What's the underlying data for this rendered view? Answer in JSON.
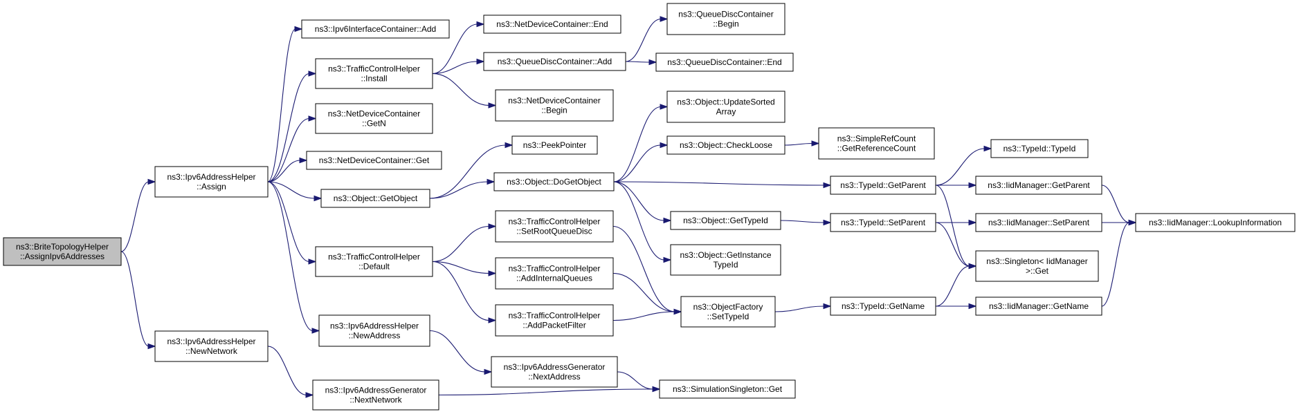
{
  "nodes": [
    {
      "id": "root",
      "name": "node-brite-assign-ipv6",
      "lines": [
        "ns3::BriteTopologyHelper",
        "::AssignIpv6Addresses"
      ],
      "root": true
    },
    {
      "id": "assign",
      "name": "node-ipv6addresshelper-assign",
      "lines": [
        "ns3::Ipv6AddressHelper",
        "::Assign"
      ]
    },
    {
      "id": "newnetwork",
      "name": "node-ipv6addresshelper-newnetwork",
      "lines": [
        "ns3::Ipv6AddressHelper",
        "::NewNetwork"
      ]
    },
    {
      "id": "ifcadd",
      "name": "node-ipv6interfacecontainer-add",
      "lines": [
        "ns3::Ipv6InterfaceContainer::Add"
      ]
    },
    {
      "id": "tchinstall",
      "name": "node-trafficcontrolhelper-install",
      "lines": [
        "ns3::TrafficControlHelper",
        "::Install"
      ]
    },
    {
      "id": "ndcgetn",
      "name": "node-netdevicecontainer-getn",
      "lines": [
        "ns3::NetDeviceContainer",
        "::GetN"
      ]
    },
    {
      "id": "ndcget",
      "name": "node-netdevicecontainer-get",
      "lines": [
        "ns3::NetDeviceContainer::Get"
      ]
    },
    {
      "id": "getobject",
      "name": "node-object-getobject",
      "lines": [
        "ns3::Object::GetObject"
      ]
    },
    {
      "id": "tchdefault",
      "name": "node-trafficcontrolhelper-default",
      "lines": [
        "ns3::TrafficControlHelper",
        "::Default"
      ]
    },
    {
      "id": "newaddress",
      "name": "node-ipv6addresshelper-newaddress",
      "lines": [
        "ns3::Ipv6AddressHelper",
        "::NewAddress"
      ]
    },
    {
      "id": "nextnetwork",
      "name": "node-ipv6addressgenerator-nextnetwork",
      "lines": [
        "ns3::Ipv6AddressGenerator",
        "::NextNetwork"
      ]
    },
    {
      "id": "ndcend",
      "name": "node-netdevicecontainer-end",
      "lines": [
        "ns3::NetDeviceContainer::End"
      ]
    },
    {
      "id": "qdcadd",
      "name": "node-queuedisccontainer-add",
      "lines": [
        "ns3::QueueDiscContainer::Add"
      ]
    },
    {
      "id": "ndcbegin",
      "name": "node-netdevicecontainer-begin",
      "lines": [
        "ns3::NetDeviceContainer",
        "::Begin"
      ]
    },
    {
      "id": "peekpointer",
      "name": "node-peekpointer",
      "lines": [
        "ns3::PeekPointer"
      ]
    },
    {
      "id": "dogetobject",
      "name": "node-object-dogetobject",
      "lines": [
        "ns3::Object::DoGetObject"
      ]
    },
    {
      "id": "setrootqd",
      "name": "node-trafficcontrolhelper-setrootqueuedisc",
      "lines": [
        "ns3::TrafficControlHelper",
        "::SetRootQueueDisc"
      ]
    },
    {
      "id": "addintq",
      "name": "node-trafficcontrolhelper-addinternalqueues",
      "lines": [
        "ns3::TrafficControlHelper",
        "::AddInternalQueues"
      ]
    },
    {
      "id": "addpf",
      "name": "node-trafficcontrolhelper-addpacketfilter",
      "lines": [
        "ns3::TrafficControlHelper",
        "::AddPacketFilter"
      ]
    },
    {
      "id": "nextaddress",
      "name": "node-ipv6addressgenerator-nextaddress",
      "lines": [
        "ns3::Ipv6AddressGenerator",
        "::NextAddress"
      ]
    },
    {
      "id": "qdcbegin",
      "name": "node-queuedisccontainer-begin",
      "lines": [
        "ns3::QueueDiscContainer",
        "::Begin"
      ]
    },
    {
      "id": "qdcend",
      "name": "node-queuedisccontainer-end",
      "lines": [
        "ns3::QueueDiscContainer::End"
      ]
    },
    {
      "id": "updatesorted",
      "name": "node-object-updatesortedarray",
      "lines": [
        "ns3::Object::UpdateSorted",
        "Array"
      ]
    },
    {
      "id": "checkloose",
      "name": "node-object-checkloose",
      "lines": [
        "ns3::Object::CheckLoose"
      ]
    },
    {
      "id": "gettypeid",
      "name": "node-object-gettypeid",
      "lines": [
        "ns3::Object::GetTypeId"
      ]
    },
    {
      "id": "getinsttypeid",
      "name": "node-object-getinstancetypeid",
      "lines": [
        "ns3::Object::GetInstance",
        "TypeId"
      ]
    },
    {
      "id": "ofsettypeid",
      "name": "node-objectfactory-settypeid",
      "lines": [
        "ns3::ObjectFactory",
        "::SetTypeId"
      ]
    },
    {
      "id": "simsingleton",
      "name": "node-simulationsingleton-get",
      "lines": [
        "ns3::SimulationSingleton::Get"
      ]
    },
    {
      "id": "getrefcount",
      "name": "node-simplerefcount-getreferencecount",
      "lines": [
        "ns3::SimpleRefCount",
        "::GetReferenceCount"
      ]
    },
    {
      "id": "tidgetparent",
      "name": "node-typeid-getparent",
      "lines": [
        "ns3::TypeId::GetParent"
      ]
    },
    {
      "id": "tidsetparent",
      "name": "node-typeid-setparent",
      "lines": [
        "ns3::TypeId::SetParent"
      ]
    },
    {
      "id": "tidgetname",
      "name": "node-typeid-getname",
      "lines": [
        "ns3::TypeId::GetName"
      ]
    },
    {
      "id": "tidtypeid",
      "name": "node-typeid-typeid",
      "lines": [
        "ns3::TypeId::TypeId"
      ]
    },
    {
      "id": "iidgetparent",
      "name": "node-iidmanager-getparent",
      "lines": [
        "ns3::IidManager::GetParent"
      ]
    },
    {
      "id": "iidsetparent",
      "name": "node-iidmanager-setparent",
      "lines": [
        "ns3::IidManager::SetParent"
      ]
    },
    {
      "id": "singletonget",
      "name": "node-singleton-iidmanager-get",
      "lines": [
        "ns3::Singleton< IidManager",
        " >::Get"
      ]
    },
    {
      "id": "iidgetname",
      "name": "node-iidmanager-getname",
      "lines": [
        "ns3::IidManager::GetName"
      ]
    },
    {
      "id": "lookupinfo",
      "name": "node-iidmanager-lookupinformation",
      "lines": [
        "ns3::IidManager::LookupInformation"
      ]
    }
  ],
  "edges": [
    [
      "root",
      "assign"
    ],
    [
      "root",
      "newnetwork"
    ],
    [
      "assign",
      "ifcadd"
    ],
    [
      "assign",
      "tchinstall"
    ],
    [
      "assign",
      "ndcgetn"
    ],
    [
      "assign",
      "ndcget"
    ],
    [
      "assign",
      "getobject"
    ],
    [
      "assign",
      "tchdefault"
    ],
    [
      "assign",
      "newaddress"
    ],
    [
      "newnetwork",
      "nextnetwork"
    ],
    [
      "tchinstall",
      "ndcend"
    ],
    [
      "tchinstall",
      "qdcadd"
    ],
    [
      "tchinstall",
      "ndcbegin"
    ],
    [
      "getobject",
      "peekpointer"
    ],
    [
      "getobject",
      "dogetobject"
    ],
    [
      "tchdefault",
      "setrootqd"
    ],
    [
      "tchdefault",
      "addintq"
    ],
    [
      "tchdefault",
      "addpf"
    ],
    [
      "newaddress",
      "nextaddress"
    ],
    [
      "nextnetwork",
      "simsingleton"
    ],
    [
      "qdcadd",
      "qdcbegin"
    ],
    [
      "qdcadd",
      "qdcend"
    ],
    [
      "dogetobject",
      "updatesorted"
    ],
    [
      "dogetobject",
      "checkloose"
    ],
    [
      "dogetobject",
      "gettypeid"
    ],
    [
      "dogetobject",
      "getinsttypeid"
    ],
    [
      "dogetobject",
      "tidgetparent"
    ],
    [
      "setrootqd",
      "ofsettypeid"
    ],
    [
      "addintq",
      "ofsettypeid"
    ],
    [
      "addpf",
      "ofsettypeid"
    ],
    [
      "nextaddress",
      "simsingleton"
    ],
    [
      "checkloose",
      "getrefcount"
    ],
    [
      "gettypeid",
      "tidsetparent"
    ],
    [
      "ofsettypeid",
      "tidgetname"
    ],
    [
      "tidgetparent",
      "tidtypeid"
    ],
    [
      "tidgetparent",
      "iidgetparent"
    ],
    [
      "tidgetparent",
      "singletonget"
    ],
    [
      "tidsetparent",
      "iidsetparent"
    ],
    [
      "tidsetparent",
      "singletonget"
    ],
    [
      "tidgetname",
      "singletonget"
    ],
    [
      "tidgetname",
      "iidgetname"
    ],
    [
      "iidgetparent",
      "lookupinfo"
    ],
    [
      "iidsetparent",
      "lookupinfo"
    ],
    [
      "iidgetname",
      "lookupinfo"
    ]
  ]
}
